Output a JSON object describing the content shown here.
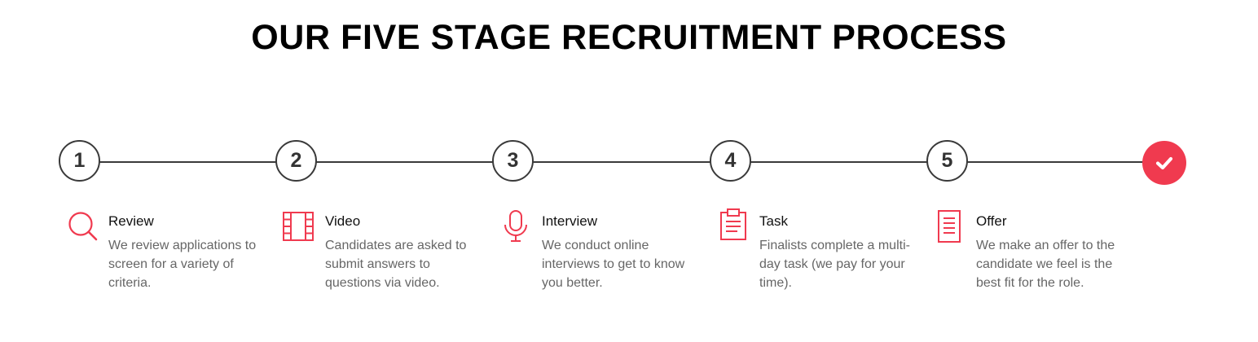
{
  "title": "OUR FIVE STAGE RECRUITMENT PROCESS",
  "accent_color": "#f03a4f",
  "line_color": "#3a3a3a",
  "steps": [
    {
      "number": "1",
      "icon": "search-icon",
      "title": "Review",
      "description": "We review applications to screen for a variety of criteria."
    },
    {
      "number": "2",
      "icon": "film-icon",
      "title": "Video",
      "description": "Candidates are asked to submit answers to questions via video."
    },
    {
      "number": "3",
      "icon": "microphone-icon",
      "title": "Interview",
      "description": "We conduct online interviews to get to know you better."
    },
    {
      "number": "4",
      "icon": "clipboard-icon",
      "title": "Task",
      "description": "Finalists complete a multi-day task (we pay for your time)."
    },
    {
      "number": "5",
      "icon": "document-icon",
      "title": "Offer",
      "description": "We make an offer to the candidate we feel is the best fit for the role."
    }
  ],
  "final_icon": "checkmark-icon"
}
